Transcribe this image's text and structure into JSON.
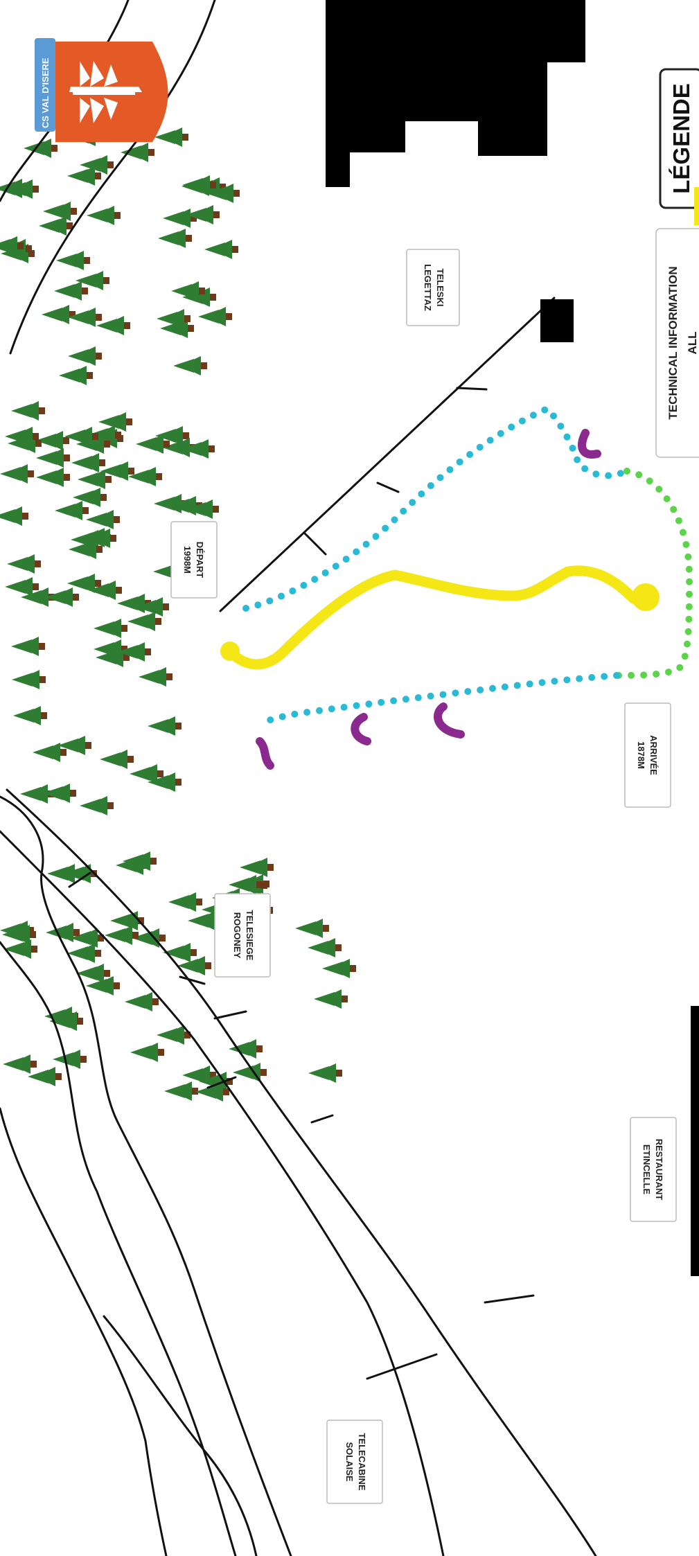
{
  "logo": {
    "text": "CS VAL D'ISERE",
    "icon": "ski-club-shield-icon"
  },
  "labels": {
    "teleski": [
      "TELESKI",
      "LEGETTAZ"
    ],
    "depart": [
      "DÉPART",
      "1998M"
    ],
    "arrivee": [
      "ARRIVÉE",
      "1878M"
    ],
    "telesiege": [
      "TELESIEGE",
      "ROGONEY"
    ],
    "restaurant": [
      "RESTAURANT",
      "ETINCELLE"
    ],
    "telecabine": [
      "TELECABINE",
      "SOLAISE"
    ]
  },
  "legend": {
    "title": "LÉGENDE",
    "technical_info_title": "TECHNICAL INFORMATION",
    "technical_info_value": "ALL"
  },
  "colors": {
    "course": "#f5e616",
    "dotted_path": "#2bbad6",
    "finish_path": "#5bd44a",
    "gate": "#8b2a8e",
    "tree_foliage": "#2e7d32",
    "tree_trunk": "#6d3b1a",
    "logo_orange": "#e35a27",
    "logo_blue": "#5b9bd5"
  }
}
